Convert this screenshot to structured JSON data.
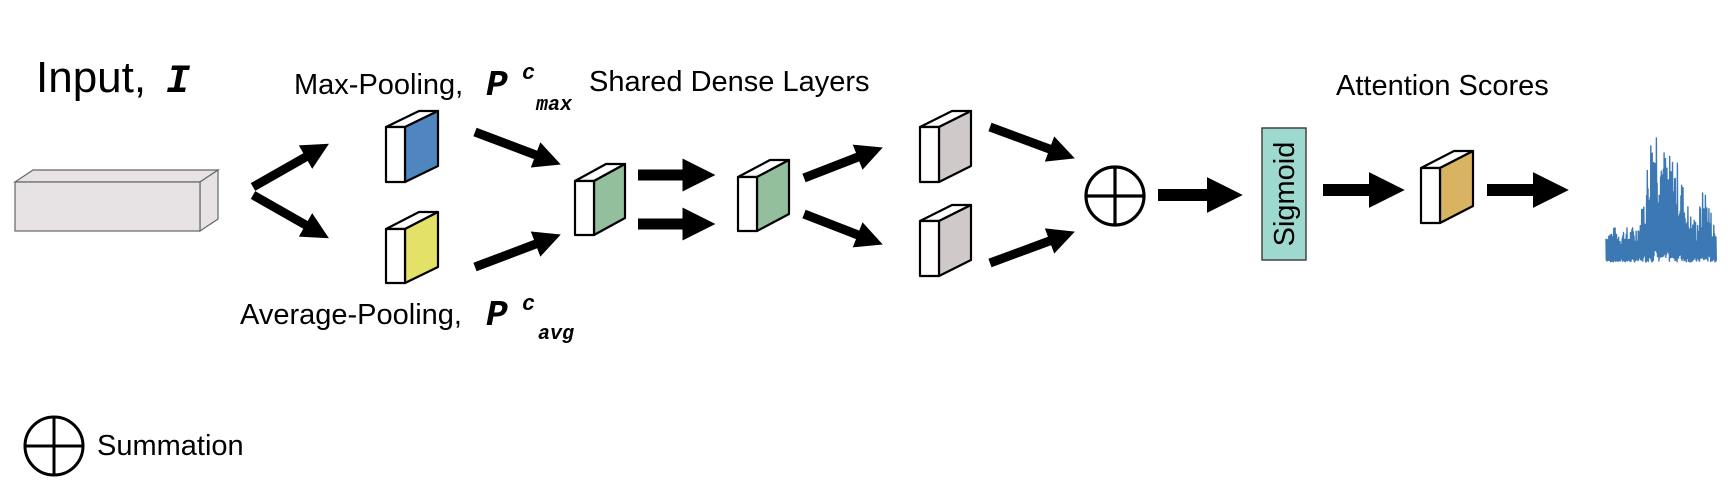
{
  "labels": {
    "input": "Input,",
    "input_symbol": "I",
    "max_pooling": "Max-Pooling,",
    "avg_pooling": "Average-Pooling,",
    "pool_symbol": "P",
    "pool_superscript": "c",
    "max_subscript": "max",
    "avg_subscript": "avg",
    "shared_dense": "Shared Dense Layers",
    "attention_scores": "Attention Scores",
    "sigmoid": "Sigmoid",
    "summation": "Summation"
  },
  "colors": {
    "input_block": "#e7e3e4",
    "max_pool": "#4f86bf",
    "avg_pool": "#e3e168",
    "dense": "#93bf9c",
    "branch": "#cfc9c9",
    "attention": "#d8b462",
    "sigmoid_box": "#9dd9cf",
    "signal": "#3c78b4",
    "arrow": "#000000"
  },
  "icons": [
    "summation-icon",
    "arrow-icon"
  ]
}
